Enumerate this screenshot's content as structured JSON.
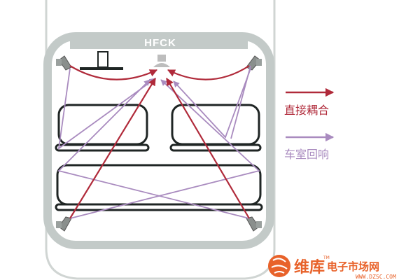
{
  "diagram": {
    "device_label": "HFCK",
    "colors": {
      "direct": "#b02a3a",
      "echo": "#a98bbf",
      "frame": "#c3cac8",
      "car_body": "#d0d5d3",
      "seat": "#1f2524"
    }
  },
  "legend": {
    "items": [
      {
        "label": "直接耦合",
        "color": "#b02a3a"
      },
      {
        "label": "车室回响",
        "color": "#a98bbf"
      }
    ]
  },
  "watermark": {
    "brand": "维库",
    "subtitle": "电子市场网",
    "url": "WWW.DZSC.COM",
    "tm": "TM",
    "color": "#e8622a"
  }
}
